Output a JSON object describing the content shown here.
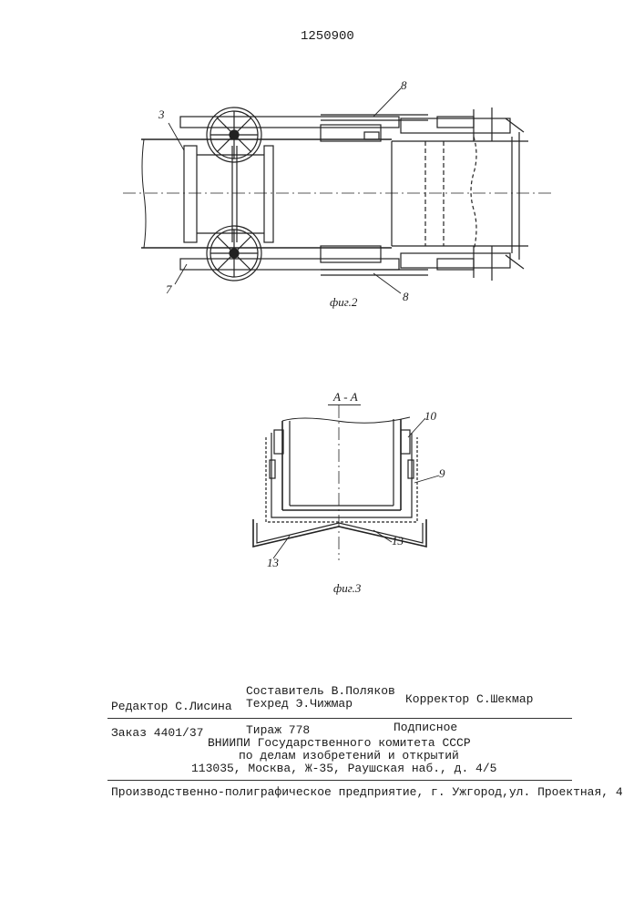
{
  "patent_number": "1250900",
  "fig2": {
    "caption": "фиг.2",
    "labels": {
      "l3": "3",
      "l8_top": "8",
      "l7": "7",
      "l8_bottom": "8"
    }
  },
  "fig3": {
    "section": "А - А",
    "caption": "фиг.3",
    "labels": {
      "l10": "10",
      "l9": "9",
      "l13_left": "13",
      "l13_right": "13"
    }
  },
  "colophon": {
    "compiler": "Составитель В.Поляков",
    "editor": "Редактор С.Лисина",
    "techred": "Техред Э.Чижмар",
    "corrector": "Корректор С.Шекмар",
    "order": "Заказ 4401/37",
    "circulation": "Тираж 778",
    "subscription": "Подписное",
    "org1": "ВНИИПИ Государственного комитета СССР",
    "org2": "по делам  изобретений и открытий",
    "address": "113035, Москва, Ж-35, Раушская наб., д. 4/5",
    "printer": "Производственно-полиграфическое предприятие, г. Ужгород,ул. Проектная, 4"
  }
}
